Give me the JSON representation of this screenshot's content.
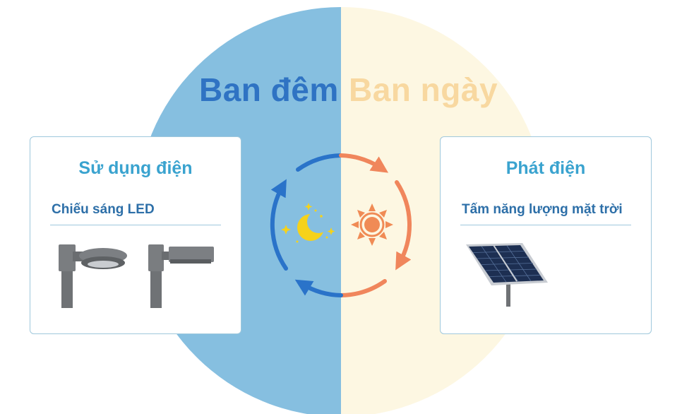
{
  "night": {
    "title": "Ban đêm",
    "color": "#2f73c3",
    "background": "#86bfe0"
  },
  "day": {
    "title": "Ban ngày",
    "color": "#f8d8a0",
    "background": "#fdf7e2"
  },
  "cycle": {
    "night_arrow_color": "#2a73c9",
    "day_arrow_color": "#f0865c",
    "moon_color": "#f6d21a",
    "sun_color": "#f08b55"
  },
  "left_card": {
    "title": "Sử dụng điện",
    "subtitle": "Chiếu sáng LED",
    "icons": [
      "round-led-street-light",
      "rectangular-led-street-light"
    ]
  },
  "right_card": {
    "title": "Phát điện",
    "subtitle": "Tấm năng lượng mặt trời",
    "icons": [
      "solar-panel"
    ]
  }
}
